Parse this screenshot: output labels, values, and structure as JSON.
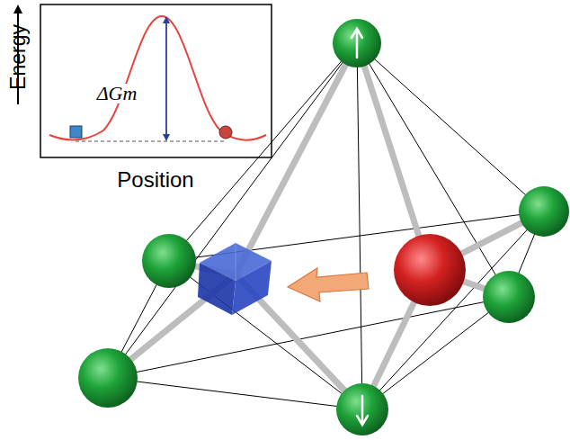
{
  "diagram": {
    "labels": [
      "Energy",
      "Position",
      "ΔGm"
    ]
  }
}
